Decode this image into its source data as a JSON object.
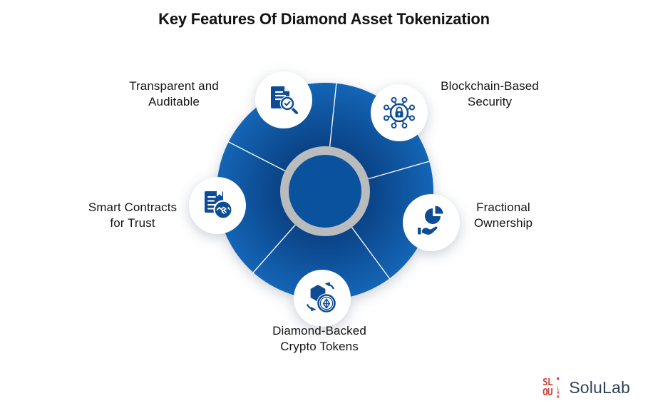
{
  "title": "Key Features Of Diamond Asset Tokenization",
  "diagram": {
    "type": "circular-feature-wheel",
    "segment_count": 5,
    "features": [
      {
        "id": "transparent-auditable",
        "label": "Transparent and\nAuditable",
        "icon": "audit-document-magnifier-icon",
        "position": "top-left"
      },
      {
        "id": "blockchain-security",
        "label": "Blockchain-Based\nSecurity",
        "icon": "network-lock-icon",
        "position": "top-right"
      },
      {
        "id": "fractional-ownership",
        "label": "Fractional\nOwnership",
        "icon": "hand-pie-chart-icon",
        "position": "right"
      },
      {
        "id": "diamond-crypto-tokens",
        "label": "Diamond-Backed\nCrypto Tokens",
        "icon": "hexagon-crypto-coin-icon",
        "position": "bottom"
      },
      {
        "id": "smart-contracts",
        "label": "Smart Contracts\nfor Trust",
        "icon": "contract-handshake-icon",
        "position": "left"
      }
    ]
  },
  "branding": {
    "logo_text": "SoluLab",
    "logo_mark": "solulab-red-monogram"
  },
  "colors": {
    "wheel_blue": "#0a4183",
    "wheel_blue_light": "#1465b6",
    "inner_blue": "#0b529e",
    "ring_gray": "#b9bbbd",
    "icon_blue": "#0e4d96",
    "text_dark": "#151515",
    "logo_red": "#d6453c",
    "logo_navy": "#31405a",
    "background": "#ffffff"
  }
}
